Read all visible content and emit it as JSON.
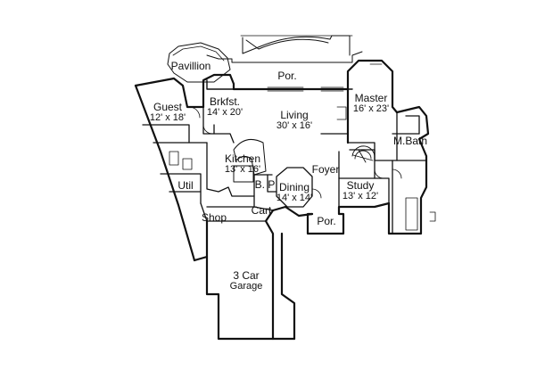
{
  "floor_plan": {
    "rooms": [
      {
        "key": "pavillion",
        "name": "Pavillion",
        "dims": ""
      },
      {
        "key": "porch-top",
        "name": "Por.",
        "dims": ""
      },
      {
        "key": "guest",
        "name": "Guest",
        "dims": "12' x 18'"
      },
      {
        "key": "breakfast",
        "name": "Brkfst.",
        "dims": "14' x 20'"
      },
      {
        "key": "living",
        "name": "Living",
        "dims": "30' x 16'"
      },
      {
        "key": "master",
        "name": "Master",
        "dims": "16' x 23'"
      },
      {
        "key": "master-bath",
        "name": "M.Bath",
        "dims": ""
      },
      {
        "key": "kitchen",
        "name": "Kitchen",
        "dims": "13' x 16'"
      },
      {
        "key": "foyer",
        "name": "Foyer",
        "dims": ""
      },
      {
        "key": "util",
        "name": "Util",
        "dims": ""
      },
      {
        "key": "bp",
        "name": "B. P",
        "dims": ""
      },
      {
        "key": "dining",
        "name": "Dining",
        "dims": "14' x 14'"
      },
      {
        "key": "study",
        "name": "Study",
        "dims": "13' x 12'"
      },
      {
        "key": "shop",
        "name": "Shop",
        "dims": ""
      },
      {
        "key": "cart",
        "name": "Cart",
        "dims": ""
      },
      {
        "key": "porch-front",
        "name": "Por.",
        "dims": ""
      },
      {
        "key": "garage",
        "name": "3 Car",
        "dims": "Garage"
      }
    ]
  }
}
